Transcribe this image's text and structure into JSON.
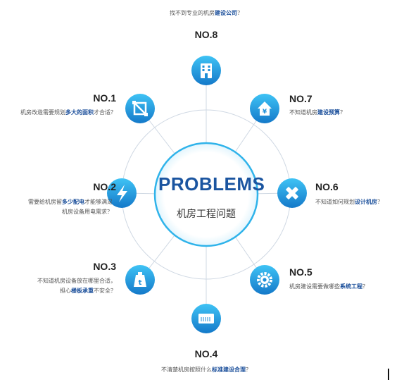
{
  "hub": {
    "title": "PROBLEMS",
    "subtitle": "机房工程问题"
  },
  "problems": [
    {
      "no": "NO.1",
      "pre": "机房改造需要规划",
      "em": "多大的面积",
      "post": "才合适？",
      "icon": "building-outline-icon"
    },
    {
      "no": "NO.2",
      "pre": "需要给机房留",
      "em": "多少配电",
      "post": "才能够满足",
      "line2": "机房设备用电需求？",
      "icon": "lightning-icon"
    },
    {
      "no": "NO.3",
      "pre": "不知道机房设备放在哪里合适，",
      "line2pre": "担心",
      "em": "楼板承重",
      "post": "不安全？",
      "icon": "weight-icon"
    },
    {
      "no": "NO.4",
      "pre": "不清楚机房按照什么",
      "em": "标准建设合理",
      "post": "？",
      "icon": "server-rack-icon"
    },
    {
      "no": "NO.5",
      "pre": "机房建设需要做哪些",
      "em": "系统工程",
      "post": "？",
      "icon": "gear-icon"
    },
    {
      "no": "NO.6",
      "pre": "不知道如何规划",
      "em": "设计机房",
      "post": "？",
      "icon": "pencil-ruler-icon"
    },
    {
      "no": "NO.7",
      "pre": "不知道机房",
      "em": "建设预算",
      "post": "？",
      "icon": "home-yen-icon"
    },
    {
      "no": "NO.8",
      "pre": "找不到专业的机房",
      "em": "建设公司",
      "post": "？",
      "icon": "office-building-icon"
    }
  ],
  "colors": {
    "accent": "#1b55a0",
    "node_top": "#3fc3f5",
    "node_bottom": "#1479c9",
    "ring": "#cfd8e3"
  }
}
